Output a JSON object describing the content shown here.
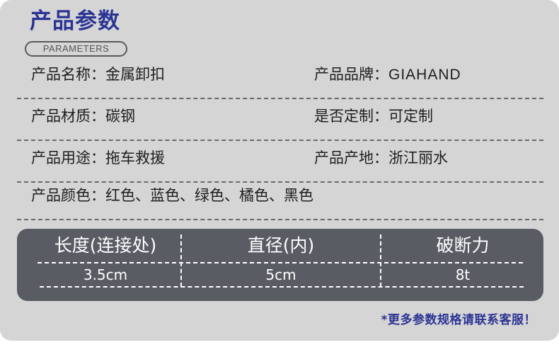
{
  "header": {
    "title": "产品参数",
    "subtitle": "PARAMETERS"
  },
  "params": [
    {
      "left": {
        "label": "产品名称：",
        "value": "金属卸扣"
      },
      "right": {
        "label": "产品品牌：",
        "value": "GIAHAND"
      }
    },
    {
      "left": {
        "label": "产品材质：",
        "value": "碳钢"
      },
      "right": {
        "label": "是否定制：",
        "value": "可定制"
      }
    },
    {
      "left": {
        "label": "产品用途：",
        "value": "拖车救援"
      },
      "right": {
        "label": "产品产地：",
        "value": "浙江丽水"
      }
    },
    {
      "left": {
        "label": "产品颜色：",
        "value": "红色、蓝色、绿色、橘色、黑色"
      }
    }
  ],
  "spec_table": {
    "columns": [
      "长度(连接处)",
      "直径(内)",
      "破断力"
    ],
    "values": [
      "3.5cm",
      "5cm",
      "8t"
    ]
  },
  "footer_note": "*更多参数规格请联系客服！",
  "colors": {
    "accent": "#2b3494",
    "card_bg": "#d5d5d5",
    "panel_bg": "#5a5c64",
    "text": "#1e1e1e"
  }
}
